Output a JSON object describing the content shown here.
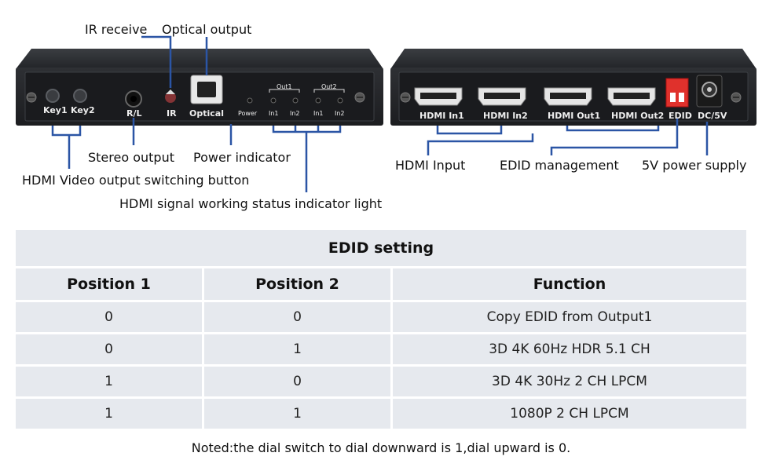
{
  "front_panel": {
    "callouts": {
      "ir_receive": "IR receive",
      "optical_output": "Optical output",
      "stereo_output": "Stereo output",
      "power_indicator": "Power indicator",
      "switch_button": "HDMI Video output switching button",
      "status_light": "HDMI signal working status indicator light"
    },
    "port_labels": {
      "key1": "Key1",
      "key2": "Key2",
      "rl": "R/L",
      "ir": "IR",
      "optical": "Optical",
      "power": "Power",
      "out1": "Out1",
      "out2": "Out2",
      "in1_a": "In1",
      "in2_a": "In2",
      "in1_b": "In1",
      "in2_b": "In2"
    }
  },
  "rear_panel": {
    "callouts": {
      "hdmi_input": "HDMI Input",
      "edid_management": "EDID management",
      "power_supply": "5V power supply"
    },
    "port_labels": {
      "hdmi_in1": "HDMI In1",
      "hdmi_in2": "HDMI In2",
      "hdmi_out1": "HDMI Out1",
      "hdmi_out2": "HDMI Out2",
      "edid": "EDID",
      "dc5v": "DC/5V"
    }
  },
  "edid_table": {
    "title": "EDID setting",
    "headers": [
      "Position 1",
      "Position 2",
      "Function"
    ],
    "rows": [
      [
        "0",
        "0",
        "Copy EDID from Output1"
      ],
      [
        "0",
        "1",
        "3D 4K 60Hz HDR 5.1 CH"
      ],
      [
        "1",
        "0",
        "3D 4K 30Hz 2 CH LPCM"
      ],
      [
        "1",
        "1",
        "1080P 2 CH LPCM"
      ]
    ]
  },
  "note": "Noted:the dial switch to dial downward is 1,dial upward is 0.",
  "colors": {
    "callout_line": "#2b55a5",
    "table_cell": "#e6e9ee",
    "device_body": "#2a2c30",
    "dip_switch": "#e0312c"
  }
}
